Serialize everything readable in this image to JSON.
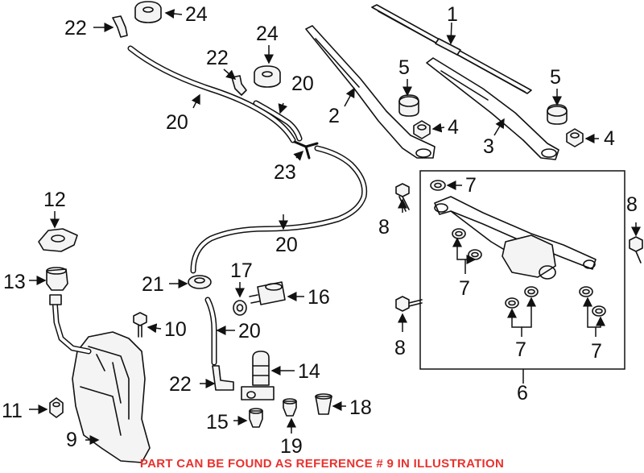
{
  "diagram": {
    "callouts": [
      {
        "label": "1"
      },
      {
        "label": "2"
      },
      {
        "label": "3"
      },
      {
        "label": "4"
      },
      {
        "label": "4"
      },
      {
        "label": "5"
      },
      {
        "label": "5"
      },
      {
        "label": "6"
      },
      {
        "label": "7"
      },
      {
        "label": "7"
      },
      {
        "label": "7"
      },
      {
        "label": "7"
      },
      {
        "label": "8"
      },
      {
        "label": "8"
      },
      {
        "label": "8"
      },
      {
        "label": "9"
      },
      {
        "label": "10"
      },
      {
        "label": "11"
      },
      {
        "label": "12"
      },
      {
        "label": "13"
      },
      {
        "label": "14"
      },
      {
        "label": "15"
      },
      {
        "label": "16"
      },
      {
        "label": "17"
      },
      {
        "label": "18"
      },
      {
        "label": "19"
      },
      {
        "label": "20"
      },
      {
        "label": "20"
      },
      {
        "label": "20"
      },
      {
        "label": "20"
      },
      {
        "label": "21"
      },
      {
        "label": "22"
      },
      {
        "label": "22"
      },
      {
        "label": "22"
      },
      {
        "label": "23"
      },
      {
        "label": "24"
      },
      {
        "label": "24"
      }
    ]
  },
  "footer": {
    "note": "PART CAN BE FOUND AS REFERENCE # 9 IN ILLUSTRATION",
    "color": "#e8322e"
  }
}
